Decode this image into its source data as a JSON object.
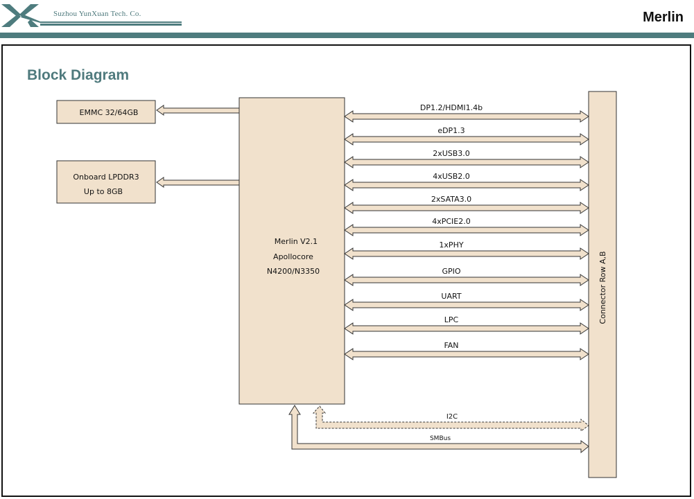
{
  "header": {
    "company": "Suzhou YunXuan Tech. Co.",
    "product": "Merlin"
  },
  "diagram": {
    "heading": "Block Diagram",
    "colors": {
      "block_fill": "#f1e1cc",
      "block_stroke": "#333333",
      "arrow_fill": "#f1e1cc",
      "accent": "#4e7c7e"
    },
    "soc": {
      "line1": "Merlin V2.1",
      "line2": "Apollocore",
      "line3": "N4200/N3350"
    },
    "emmc": {
      "label": "EMMC 32/64GB"
    },
    "lpddr": {
      "line1": "Onboard LPDDR3",
      "line2": "Up to 8GB"
    },
    "connector": {
      "label": "Connector Row A,B"
    },
    "interfaces": [
      {
        "label": "DP1.2/HDMI1.4b"
      },
      {
        "label": "eDP1.3"
      },
      {
        "label": "2xUSB3.0"
      },
      {
        "label": "4xUSB2.0"
      },
      {
        "label": "2xSATA3.0"
      },
      {
        "label": "4xPCIE2.0"
      },
      {
        "label": "1xPHY"
      },
      {
        "label": "GPIO"
      },
      {
        "label": "UART"
      },
      {
        "label": "LPC"
      },
      {
        "label": "FAN"
      }
    ],
    "i2c": {
      "label": "I2C",
      "style": "dashed"
    },
    "smbus": {
      "label": "SMBus"
    }
  }
}
